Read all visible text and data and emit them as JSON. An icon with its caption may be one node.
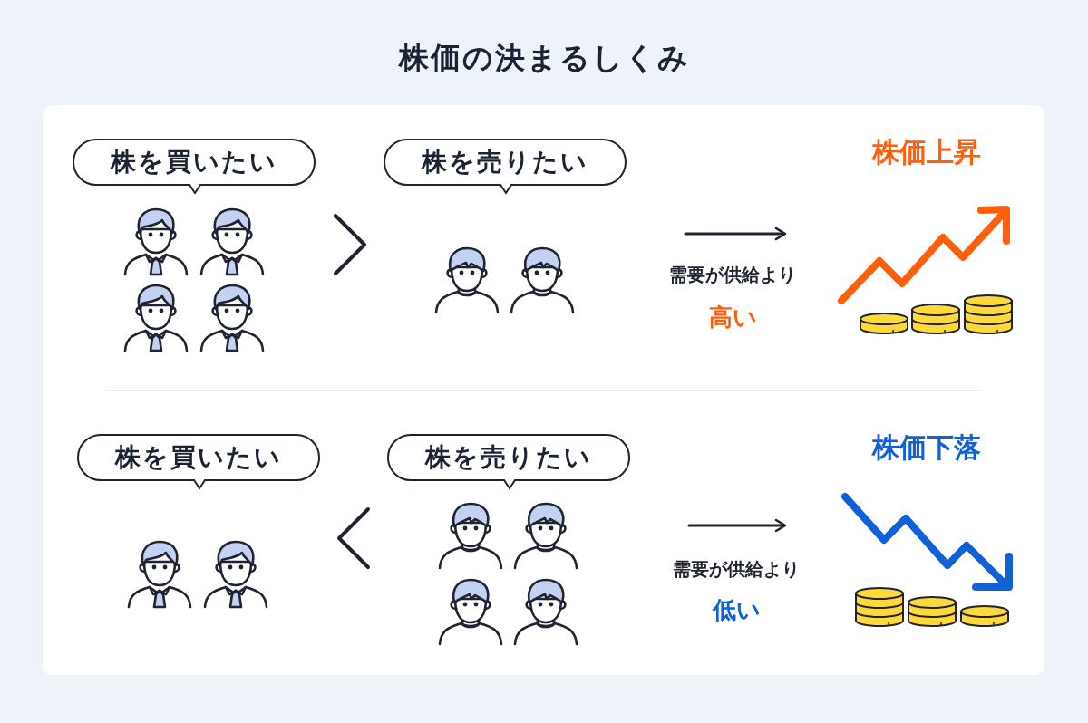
{
  "diagram": {
    "title": "株価の決まるしくみ",
    "nodes": [
      {
        "text": [
          "株を買いたい"
        ]
      },
      {
        "text": [
          "株を売りたい"
        ]
      },
      {
        "text": [
          "株を買いたい"
        ]
      },
      {
        "text": [
          "株を売りたい"
        ]
      }
    ],
    "labels": [
      "株価上昇",
      "需要が供給より",
      "高い",
      "株価下落",
      "需要が供給より",
      "低い"
    ]
  }
}
